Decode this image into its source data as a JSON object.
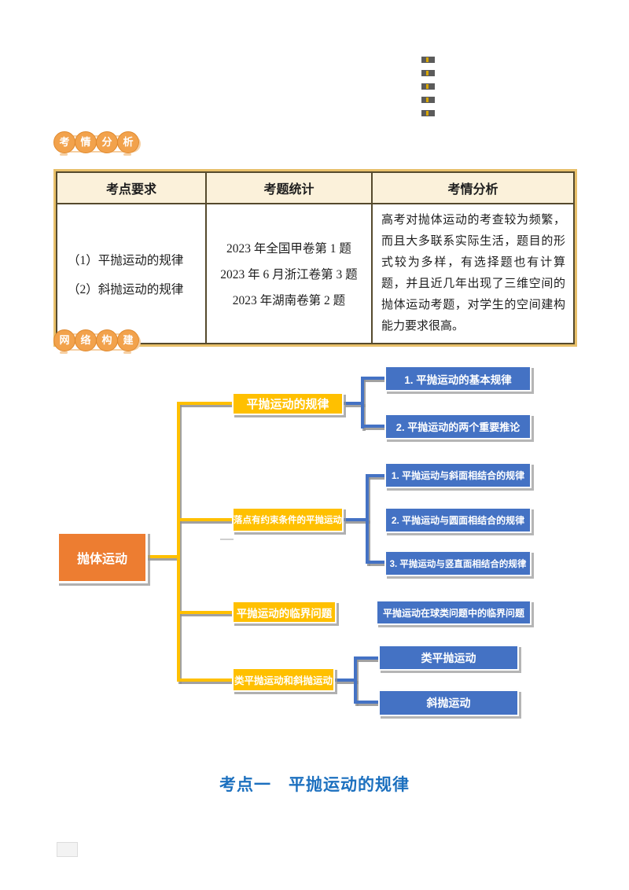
{
  "badges": {
    "exam_analysis": {
      "chars": [
        "考",
        "情",
        "分",
        "析"
      ]
    },
    "network_build": {
      "chars": [
        "网",
        "络",
        "构",
        "建"
      ]
    }
  },
  "table": {
    "headers": [
      "考点要求",
      "考题统计",
      "考情分析"
    ],
    "requirements": [
      "（1）平抛运动的规律",
      "（2）斜抛运动的规律"
    ],
    "statistics": [
      "2023 年全国甲卷第 1 题",
      "2023 年 6 月浙江卷第 3 题",
      "2023 年湖南卷第 2 题"
    ],
    "analysis": "高考对抛体运动的考查较为频繁，而且大多联系实际生活，题目的形式较为多样，有选择题也有计算题，并且近几年出现了三维空间的抛体运动考题，对学生的空间建构能力要求很高。"
  },
  "mindmap": {
    "root": "抛体运动",
    "branches": [
      {
        "label": "平抛运动的规律",
        "children": [
          "1. 平抛运动的基本规律",
          "2. 平抛运动的两个重要推论"
        ]
      },
      {
        "label": "落点有约束条件的平抛运动",
        "children": [
          "1. 平抛运动与斜面相结合的规律",
          "2. 平抛运动与圆面相结合的规律",
          "3. 平抛运动与竖直面相结合的规律"
        ]
      },
      {
        "label": "平抛运动的临界问题",
        "children": [
          "平抛运动在球类问题中的临界问题"
        ]
      },
      {
        "label": "类平抛运动和斜抛运动",
        "children": [
          "类平抛运动",
          "斜抛运动"
        ]
      }
    ]
  },
  "section_title": "考点一　平抛运动的规律",
  "colors": {
    "root_orange": "#ED7D31",
    "branch_yellow": "#FFC000",
    "leaf_blue": "#4472C4",
    "connector_shadow_gray": "#919191",
    "table_border_gold": "#E8C06A",
    "table_header_cream": "#FBF1DA",
    "badge_orange": "#F2A24C",
    "title_blue": "#1C70BF"
  }
}
